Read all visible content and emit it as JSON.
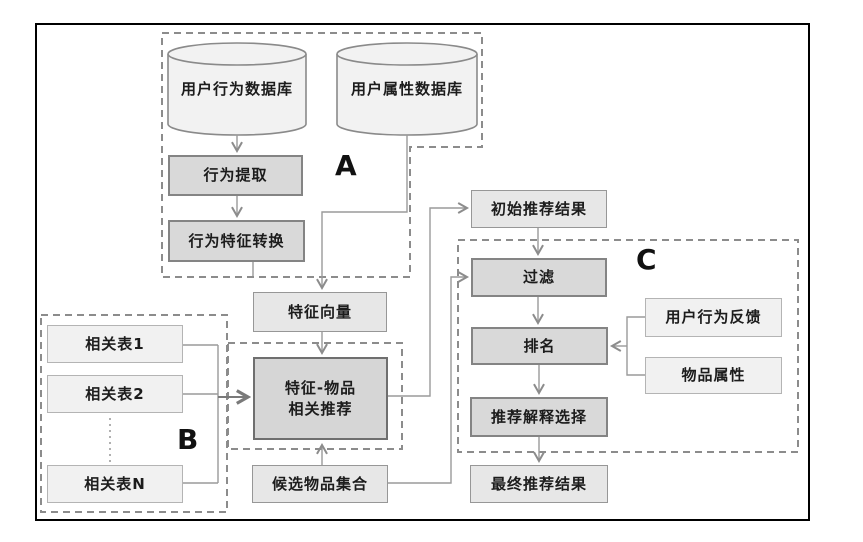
{
  "diagram": {
    "regions": {
      "a_label": "A",
      "b_label": "B",
      "c_label": "C"
    },
    "nodes": {
      "user_behavior_db": "用户行为数据库",
      "user_attribute_db": "用户属性数据库",
      "behavior_extraction": "行为提取",
      "behavior_feature_conversion": "行为特征转换",
      "feature_vector": "特征向量",
      "related_table_1": "相关表1",
      "related_table_2": "相关表2",
      "related_table_n": "相关表N",
      "feature_item_rec": {
        "line1": "特征-物品",
        "line2": "相关推荐"
      },
      "candidate_item_set": "候选物品集合",
      "initial_rec_result": "初始推荐结果",
      "filter": "过滤",
      "ranking": "排名",
      "user_behavior_feedback": "用户行为反馈",
      "item_attributes": "物品属性",
      "rec_explanation_selection": "推荐解释选择",
      "final_rec_result": "最终推荐结果"
    },
    "colors": {
      "frame_border": "#000000",
      "dashed_region": "#8c8c8c",
      "process_fill": "#d9d9d9",
      "process_border": "#848484",
      "data_fill": "#e7e7e7",
      "data_border": "#979797",
      "input_fill": "#f1f1f1",
      "input_border": "#b4b4b4",
      "connector": "#9a9a9a"
    }
  }
}
